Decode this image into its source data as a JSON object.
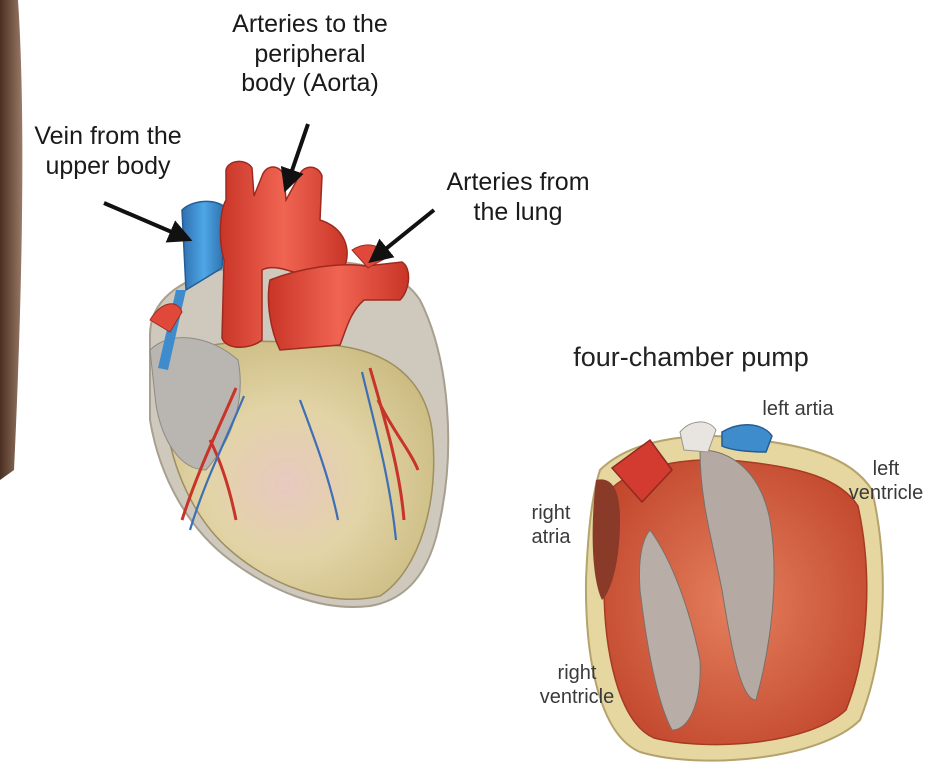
{
  "labels": {
    "aorta": [
      "Arteries to the",
      "peripheral",
      "body (Aorta)"
    ],
    "vein": [
      "Vein from the",
      "upper body"
    ],
    "lung": [
      "Arteries from",
      "the lung"
    ],
    "section_title": "four-chamber pump",
    "left_atria": [
      "left artia"
    ],
    "left_ventricle": [
      "left",
      "ventricle"
    ],
    "right_atria": [
      "right",
      "atria"
    ],
    "right_ventricle": [
      "right",
      "ventricle"
    ]
  },
  "colors": {
    "artery": "#e0483a",
    "vein": "#3a8fd0",
    "fat": "#dccf95",
    "muscle": "#d9613f",
    "pericardium": "#c9c2b6",
    "arrow": "#111111"
  }
}
